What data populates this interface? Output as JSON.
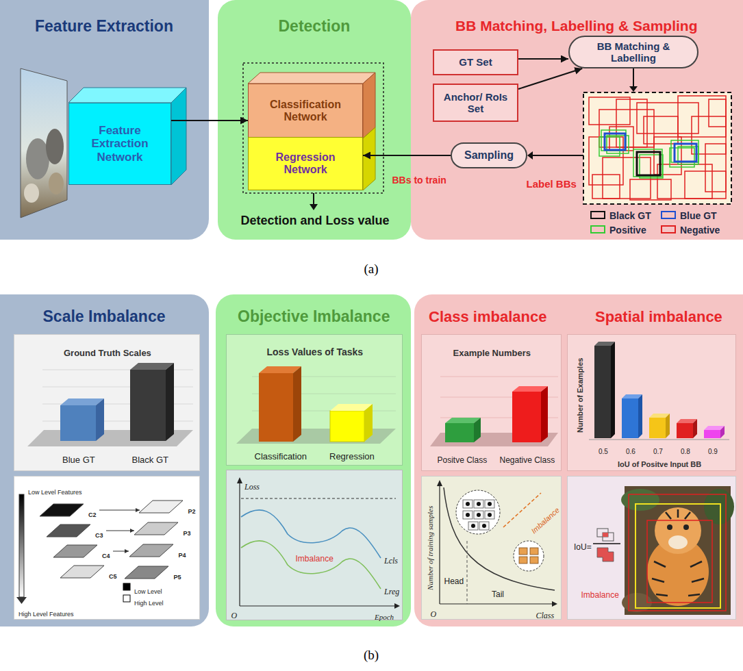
{
  "diagram": {
    "nodes": [
      {
        "text": [
          "Feature Extraction"
        ]
      },
      {
        "text": [
          "Feature Extraction Network"
        ],
        "in": 0
      },
      {
        "text": [
          "Detection"
        ]
      },
      {
        "text": [
          "Classification Network"
        ],
        "in": 2
      },
      {
        "text": [
          "Regression Network"
        ],
        "in": 2
      },
      {
        "text": [
          "BB Matching, Labelling & Sampling"
        ]
      },
      {
        "text": [
          "GT Set"
        ],
        "in": 5
      },
      {
        "text": [
          "Anchor/ RoIs Set"
        ],
        "in": 5
      },
      {
        "text": [
          "BB Matching & Labelling"
        ],
        "in": 5
      },
      {
        "text": [
          "Sampling"
        ],
        "in": 5
      },
      {
        "text": [
          "Scale Imbalance"
        ]
      },
      {
        "text": [
          "Ground Truth Scales",
          "Blue GT",
          "Black GT"
        ],
        "in": 10
      },
      {
        "text": [
          "Low Level Features",
          "C2",
          "C3",
          "C4",
          "C5",
          "P2",
          "P3",
          "P4",
          "P5",
          "Low Level",
          "High Level",
          "High Level Features"
        ],
        "in": 10
      },
      {
        "text": [
          "Objective Imbalance"
        ]
      },
      {
        "text": [
          "Loss Values of Tasks",
          "Classification",
          "Regression"
        ],
        "in": 13
      },
      {
        "text": [
          "Loss",
          "Imbalance",
          "Lcls",
          "Lreg",
          "O",
          "Epoch"
        ],
        "in": 13
      },
      {
        "text": [
          "Class imbalance",
          "Spatial imbalance"
        ]
      },
      {
        "text": [
          "Example Numbers",
          "Positve Class",
          "Negative Class"
        ],
        "in": 16
      },
      {
        "text": [
          "Number of Examples",
          "0.5",
          "0.6",
          "0.7",
          "0.8",
          "0.9",
          "IoU of Positve Input BB"
        ],
        "in": 16
      },
      {
        "text": [
          "Number of training samples",
          "Imbalance",
          "Head",
          "Tail",
          "O",
          "Class"
        ],
        "in": 16
      },
      {
        "text": [
          "IoU=",
          "Imbalance"
        ],
        "in": 16
      }
    ],
    "edges": [
      {
        "from": 1,
        "to": 3,
        "arrow": "to"
      },
      {
        "from": 6,
        "to": 8,
        "arrow": "to"
      },
      {
        "from": 7,
        "to": 8,
        "arrow": "to"
      },
      {
        "from": 9,
        "to": 4,
        "label": "BBs to train",
        "arrow": "to"
      }
    ],
    "labels": [
      "Label BBs",
      "Detection and Loss value",
      "(a)",
      "(b)"
    ],
    "legend": [
      {
        "text": "Black GT"
      },
      {
        "text": "Blue GT"
      },
      {
        "text": "Positive"
      },
      {
        "text": "Negative"
      }
    ]
  }
}
